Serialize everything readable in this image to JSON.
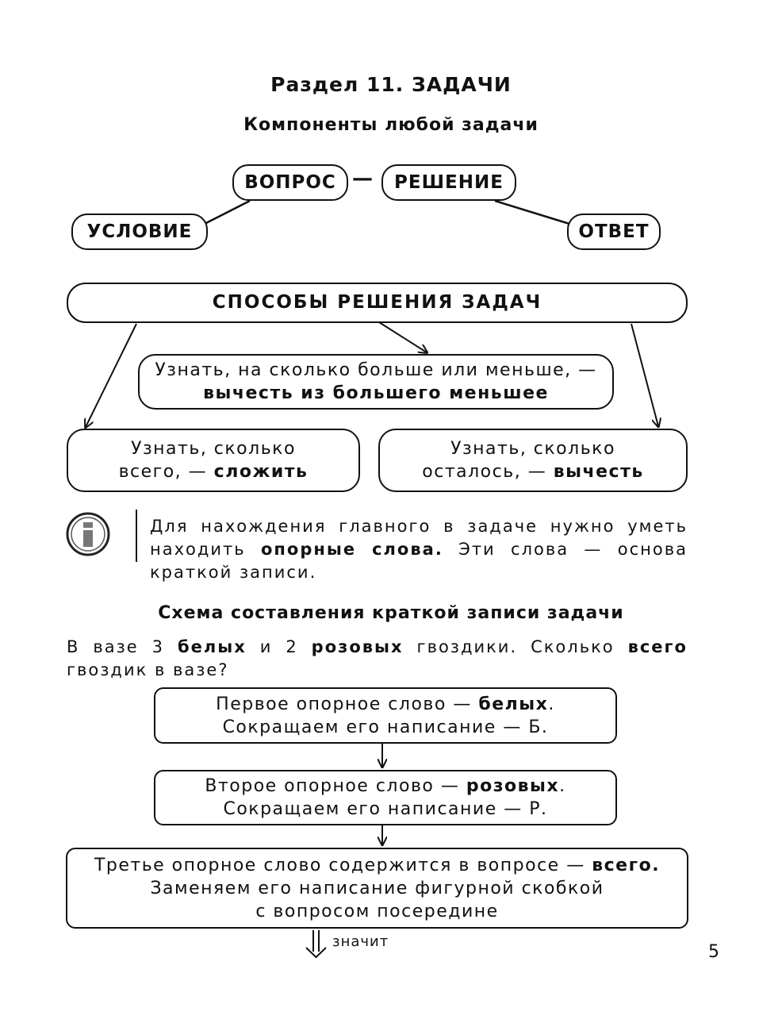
{
  "section_title": "Раздел 11. ЗАДАЧИ",
  "components_title": "Компоненты любой задачи",
  "components": {
    "question": "ВОПРОС",
    "dash": "—",
    "solution": "РЕШЕНИЕ",
    "condition": "УСЛОВИЕ",
    "answer": "ОТВЕТ"
  },
  "methods": {
    "title": "СПОСОБЫ РЕШЕНИЯ ЗАДАЧ",
    "compare": {
      "text": "Узнать, на сколько больше или меньше, —",
      "bold": "вычесть из большего меньшее"
    },
    "total": {
      "line1": "Узнать, сколько",
      "line2": "всего, —",
      "bold": "сложить"
    },
    "remaining": {
      "line1": "Узнать, сколько",
      "line2": "осталось, —",
      "bold": "вычесть"
    }
  },
  "info": {
    "icon": "info-icon",
    "part1": "Для нахождения главного в задаче нужно уметь находить",
    "bold": "опорные слова.",
    "part2": "Эти слова — основа краткой записи."
  },
  "scheme_title": "Схема составления краткой записи задачи",
  "problem": {
    "t1": "В вазе 3",
    "b1": "белых",
    "t2": "и 2",
    "b2": "розовых",
    "t3": "гвоздики. Сколько",
    "b3": "всего",
    "t4": "гвоздик в вазе?"
  },
  "steps": [
    {
      "line1": "Первое опорное слово —",
      "bold": "белых",
      "line1_end": ".",
      "line2": "Сокращаем его написание — Б."
    },
    {
      "line1": "Второе опорное слово —",
      "bold": "розовых",
      "line1_end": ".",
      "line2": "Сокращаем его написание — Р."
    },
    {
      "line1": "Третье опорное слово содержится в вопросе —",
      "bold": "всего.",
      "line2": "Заменяем его написание фигурной скобкой",
      "line3": "с вопросом посередине"
    }
  ],
  "arrow_label": "значит",
  "page_number": "5"
}
